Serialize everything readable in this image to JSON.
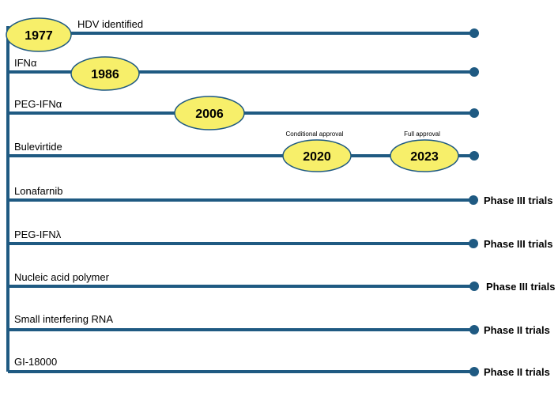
{
  "colors": {
    "line": "#1f5a82",
    "bubble_fill": "#f7ef6a",
    "bubble_stroke": "#1f5a82",
    "text": "#000000"
  },
  "rows": [
    {
      "label": "HDV identified",
      "milestones": [
        {
          "year": "1977"
        }
      ],
      "status": ""
    },
    {
      "label": "IFNα",
      "milestones": [
        {
          "year": "1986"
        }
      ],
      "status": ""
    },
    {
      "label": "PEG-IFNα",
      "milestones": [
        {
          "year": "2006"
        }
      ],
      "status": ""
    },
    {
      "label": "Bulevirtide",
      "milestones": [
        {
          "year": "2020",
          "note": "Conditional approval"
        },
        {
          "year": "2023",
          "note": "Full approval"
        }
      ],
      "status": ""
    },
    {
      "label": "Lonafarnib",
      "milestones": [],
      "status": "Phase III trials"
    },
    {
      "label": "PEG-IFNλ",
      "milestones": [],
      "status": "Phase III trials"
    },
    {
      "label": "Nucleic acid polymer",
      "milestones": [],
      "status": "Phase III trials"
    },
    {
      "label": "Small interfering RNA",
      "milestones": [],
      "status": "Phase II trials"
    },
    {
      "label": "GI-18000",
      "milestones": [],
      "status": "Phase II trials"
    }
  ]
}
